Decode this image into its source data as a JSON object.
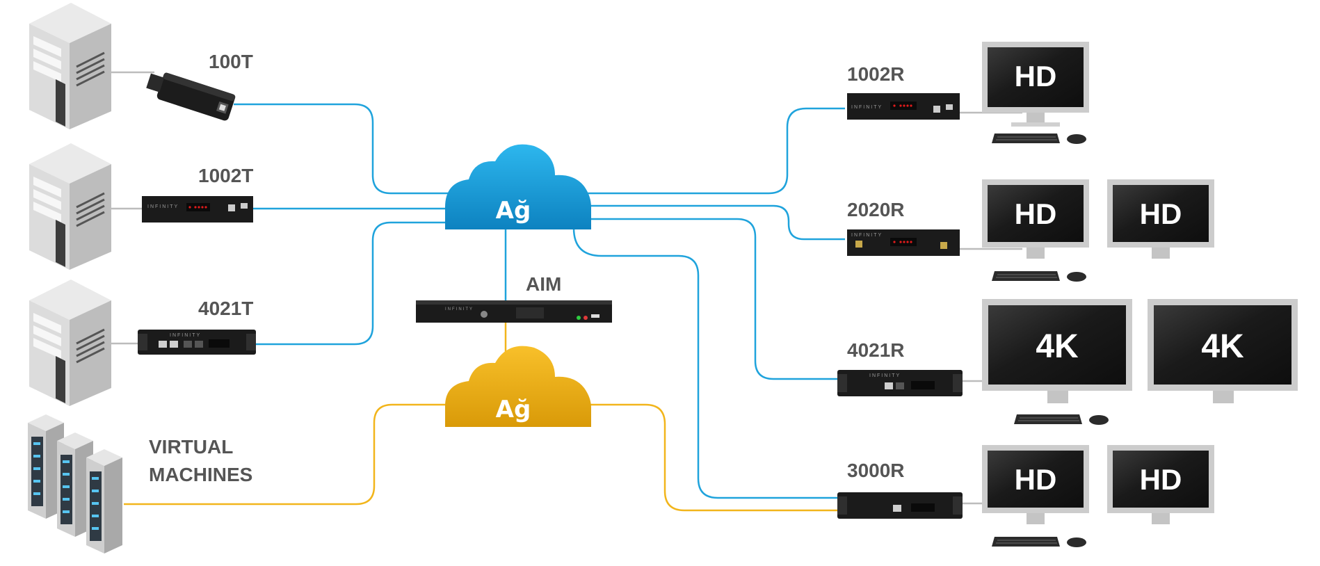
{
  "colors": {
    "network_blue": "#1fa3dc",
    "network_yellow": "#f2b51b",
    "label_gray": "#555555",
    "device_black": "#1b1b1b",
    "monitor_frame": "#c9c9c9",
    "screen_dark": "#151515"
  },
  "clouds": {
    "primary": {
      "label": "Ağ",
      "color": "#1fa3dc"
    },
    "secondary": {
      "label": "Ağ",
      "color": "#f2b51b"
    }
  },
  "manager": {
    "label": "AIM"
  },
  "transmitters": [
    {
      "label": "100T",
      "source": "computer-tower"
    },
    {
      "label": "1002T",
      "source": "computer-tower"
    },
    {
      "label": "4021T",
      "source": "computer-tower"
    }
  ],
  "virtual": {
    "line1": "VIRTUAL",
    "line2": "MACHINES"
  },
  "receivers": [
    {
      "label": "1002R",
      "screens": [
        "HD"
      ]
    },
    {
      "label": "2020R",
      "screens": [
        "HD",
        "HD"
      ]
    },
    {
      "label": "4021R",
      "screens": [
        "4K",
        "4K"
      ]
    },
    {
      "label": "3000R",
      "screens": [
        "HD",
        "HD"
      ]
    }
  ],
  "device_brand": "INFINITY"
}
